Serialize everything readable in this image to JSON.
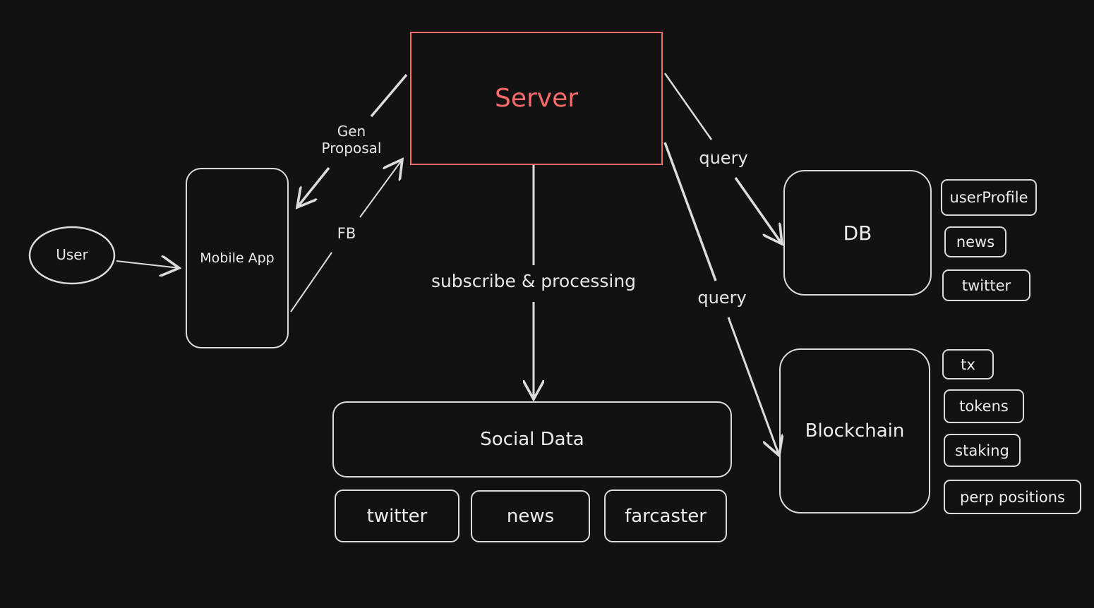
{
  "colors": {
    "background": "#121212",
    "stroke": "#dcdcdc",
    "server_accent": "#ff6b6b"
  },
  "nodes": {
    "user": "User",
    "mobile_app": "Mobile App",
    "server": "Server",
    "social_data": "Social Data",
    "db": "DB",
    "blockchain": "Blockchain"
  },
  "social_children": [
    "twitter",
    "news",
    "farcaster"
  ],
  "db_children": [
    "userProfile",
    "news",
    "twitter"
  ],
  "blockchain_children": [
    "tx",
    "tokens",
    "staking",
    "perp positions"
  ],
  "edge_labels": {
    "gen_proposal_line1": "Gen",
    "gen_proposal_line2": "Proposal",
    "fb": "FB",
    "subscribe": "subscribe & processing",
    "query_db": "query",
    "query_blockchain": "query"
  }
}
